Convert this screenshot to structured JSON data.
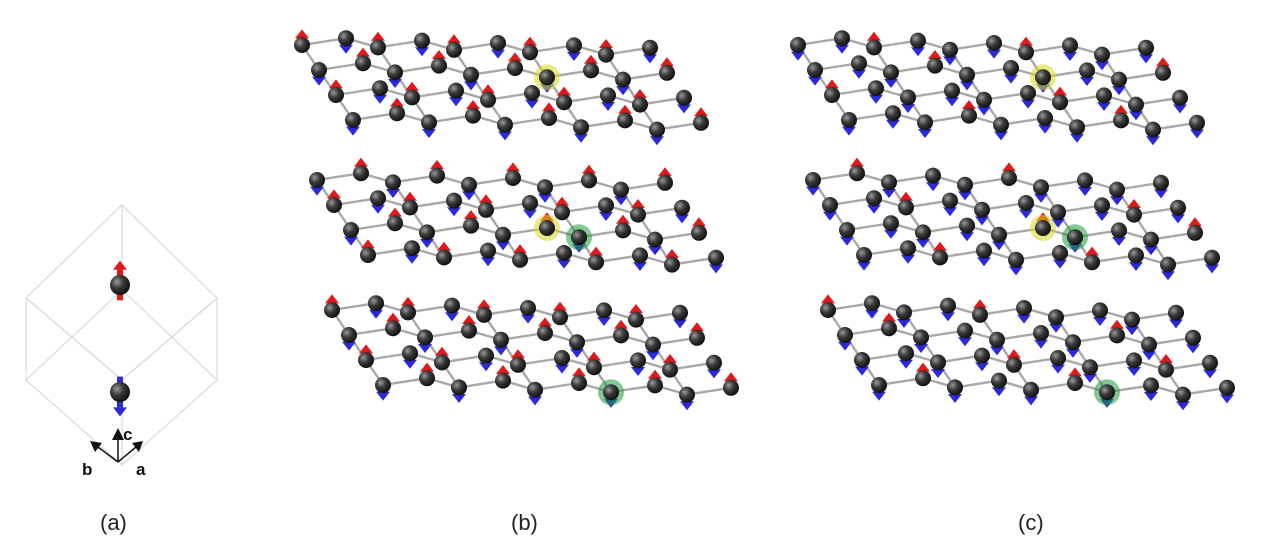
{
  "panels": [
    {
      "id": "a",
      "label": "(a)"
    },
    {
      "id": "b",
      "label": "(b)"
    },
    {
      "id": "c",
      "label": "(c)"
    }
  ],
  "axes": {
    "a": "a",
    "b": "b",
    "c": "c"
  },
  "colors": {
    "background": "#ffffff",
    "atom": "#2a2a2a",
    "bond": "#a8a8a8",
    "spin_up": "#e0191b",
    "spin_down": "#2a2ad8",
    "highlight_yellow": "#d8d820",
    "highlight_green": "#1f9a3c",
    "cell_edge": "#d4d4d4"
  },
  "structure": {
    "layers": 3,
    "rows_per_layer": 4,
    "atoms_per_row": 10,
    "spin_pattern_b": [
      "up",
      "down",
      "up",
      "down",
      "up",
      "down",
      "up",
      "down",
      "up",
      "down"
    ],
    "spin_pattern_c": [
      "down",
      "down",
      "up",
      "down",
      "down",
      "down",
      "up",
      "down",
      "down",
      "down"
    ]
  },
  "icons": {
    "axis_arrow": "triangle-arrow-icon",
    "spin_arrow": "spin-arrow-icon",
    "atom": "atom-sphere-icon"
  }
}
